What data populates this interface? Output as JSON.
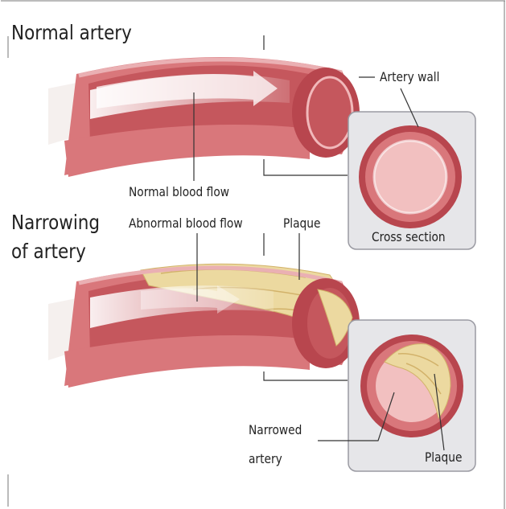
{
  "diagram": {
    "sections": [
      {
        "title": "Normal artery"
      },
      {
        "title_line1": "Narrowing",
        "title_line2": "of artery"
      }
    ],
    "labels": {
      "artery_wall": "Artery wall",
      "normal_blood_flow": "Normal blood flow",
      "cross_section": "Cross section",
      "abnormal_blood_flow": "Abnormal blood flow",
      "plaque_top": "Plaque",
      "narrowed_artery_line1": "Narrowed",
      "narrowed_artery_line2": "artery",
      "plaque_bottom": "Plaque"
    },
    "colors": {
      "artery_outer": "#d9777b",
      "artery_dark": "#b8464e",
      "artery_inner": "#c5575d",
      "artery_light": "#f2c0c0",
      "plaque": "#ecd9a0",
      "plaque_shade": "#d2b26a",
      "panel_fill": "#e6e6e9",
      "panel_stroke": "#9a9aa2",
      "leader_line": "#333333"
    }
  }
}
